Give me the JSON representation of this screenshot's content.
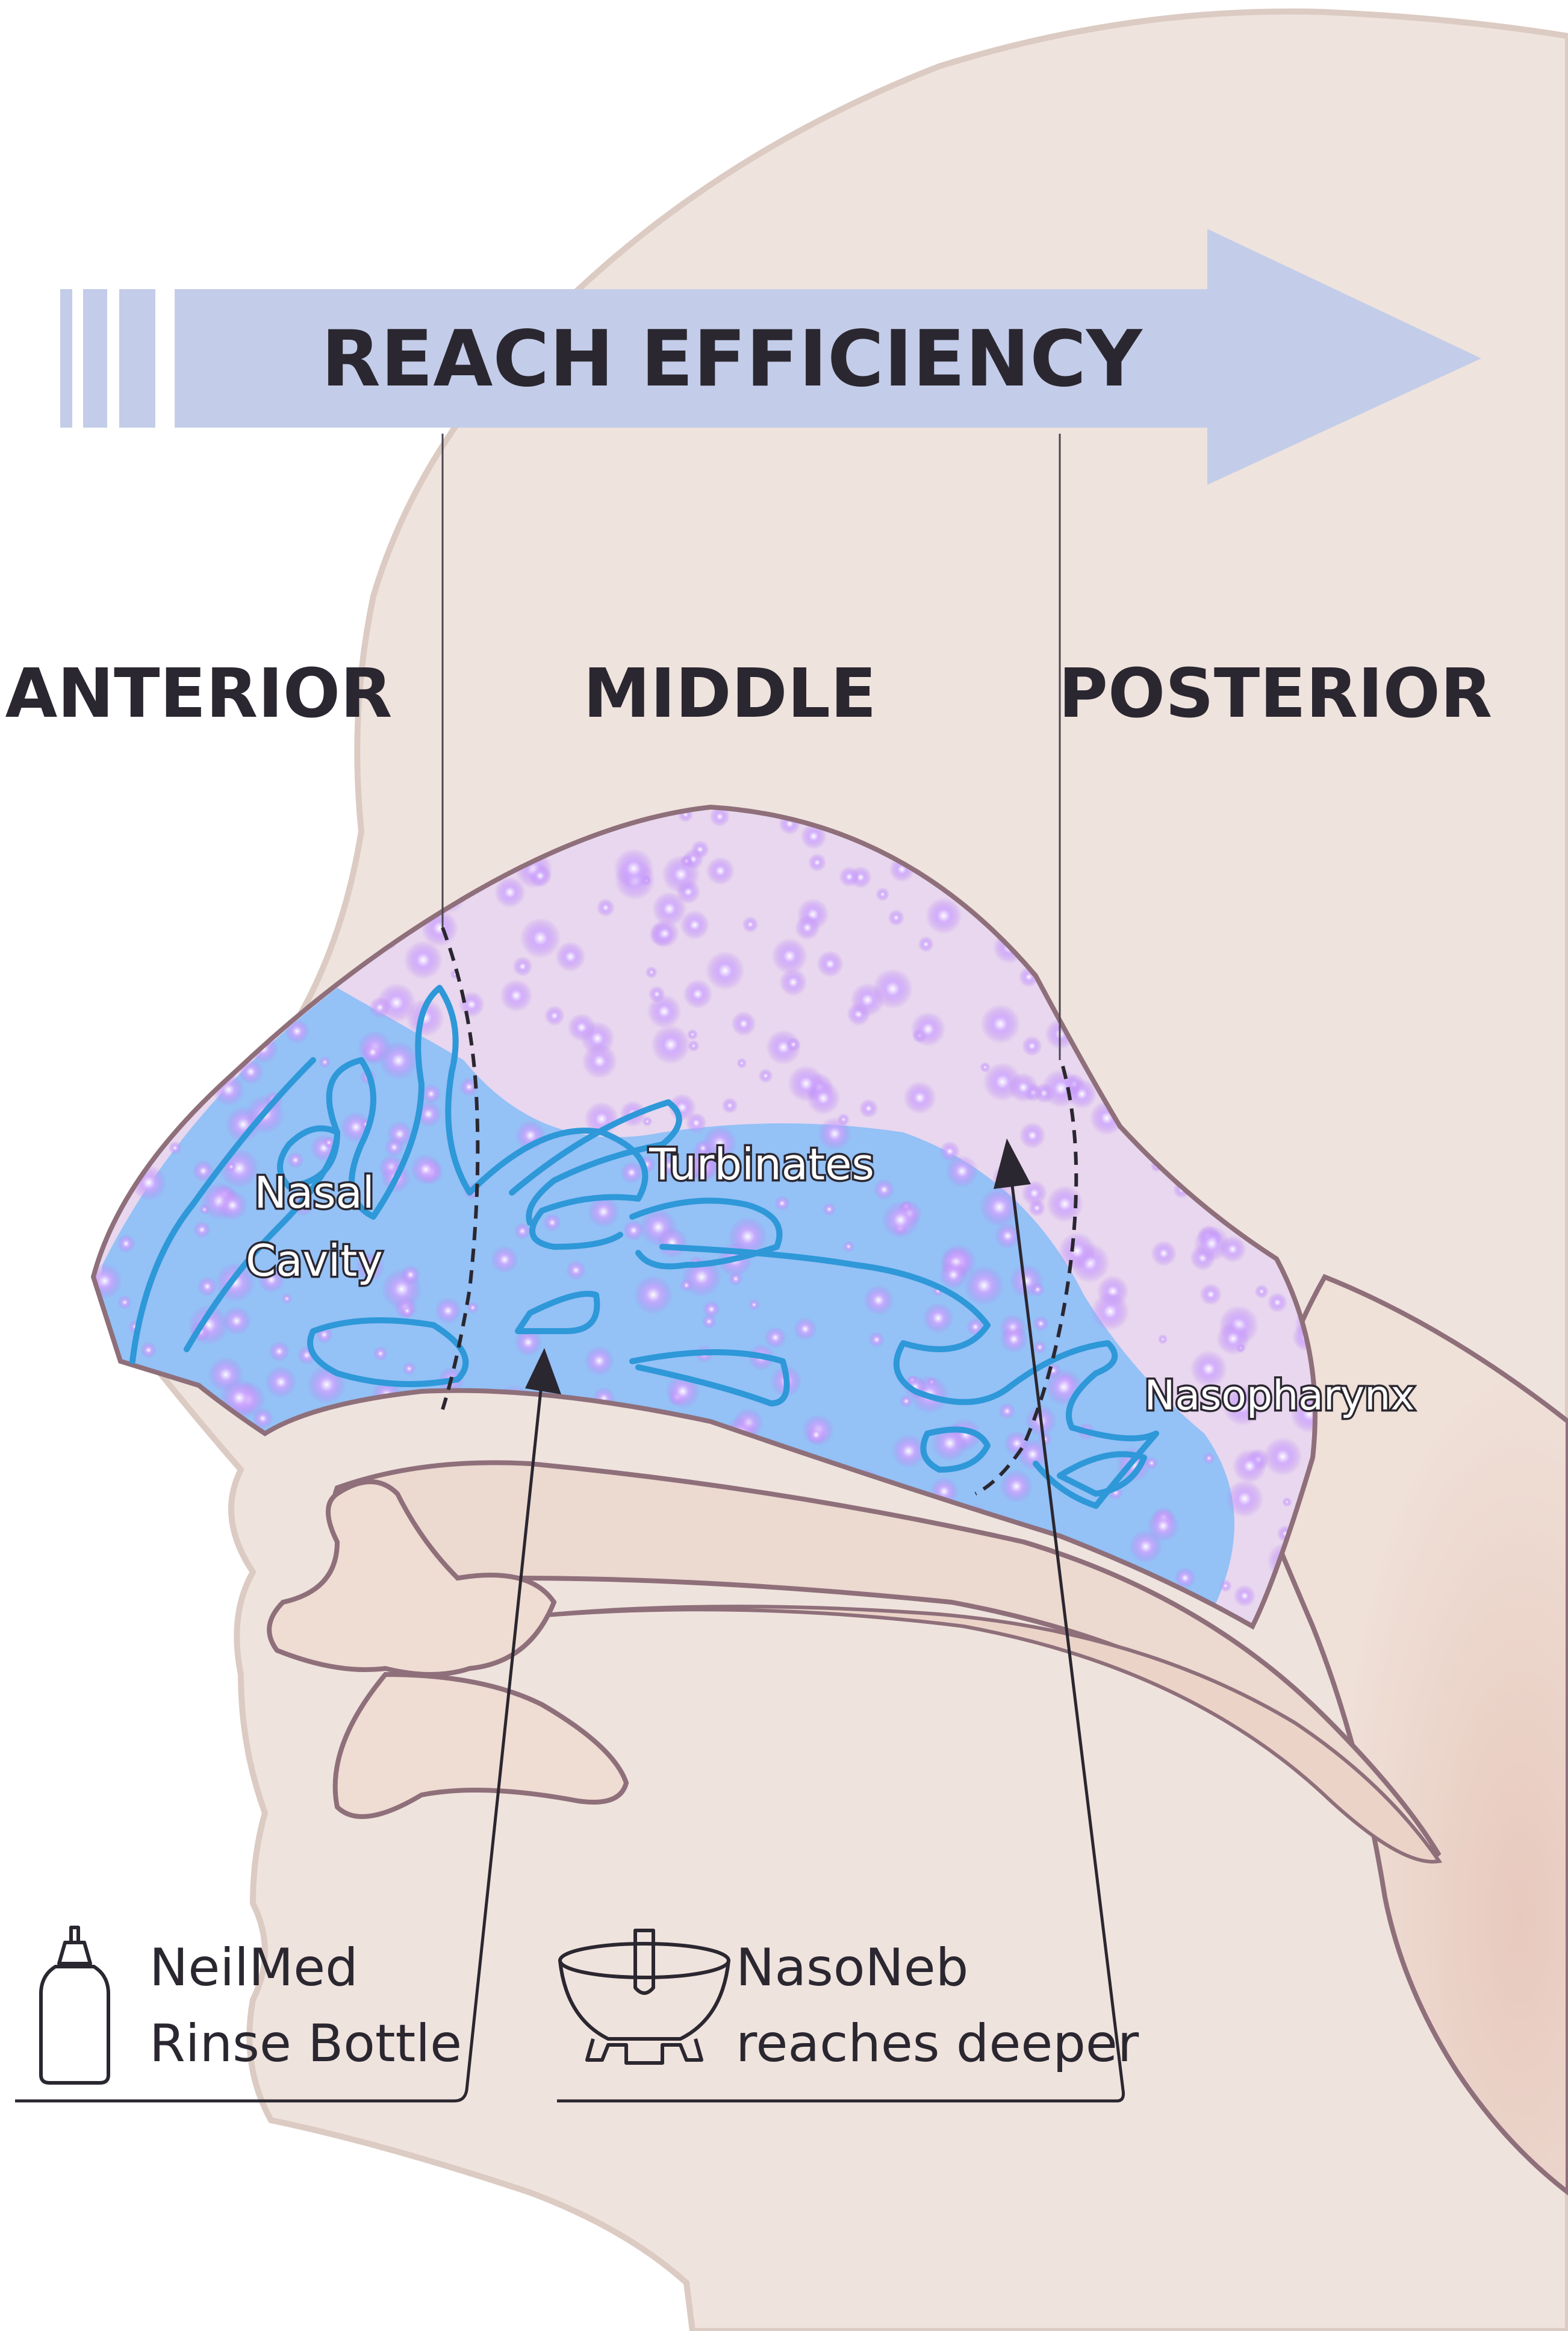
{
  "title": "REACH EFFICIENCY",
  "zones": {
    "anterior": "ANTERIOR",
    "middle": "MIDDLE",
    "posterior": "POSTERIOR"
  },
  "labels": {
    "nasal_line1": "Nasal",
    "nasal_line2": "Cavity",
    "turbinates": "Turbinates",
    "nasopharynx": "Nasopharynx"
  },
  "legend": {
    "bottle_line1": "NeilMed",
    "bottle_line2": "Rinse Bottle",
    "nasoneb_line1": "NasoNeb",
    "nasoneb_line2": "reaches deeper"
  },
  "colors": {
    "arrow_band": "#c3cde9",
    "skin": "#efe3dd",
    "skin_outline": "#dccbc3",
    "tissue_outline": "#8e6f7a",
    "rinse_blue": "#8fc0f5",
    "turbinate_line": "#2e98d8",
    "mist_purple": "#b57cf0",
    "ink": "#2b2730"
  },
  "icons": {
    "bottle": "bottle-icon",
    "nebulizer": "nebulizer-bowl-icon"
  }
}
